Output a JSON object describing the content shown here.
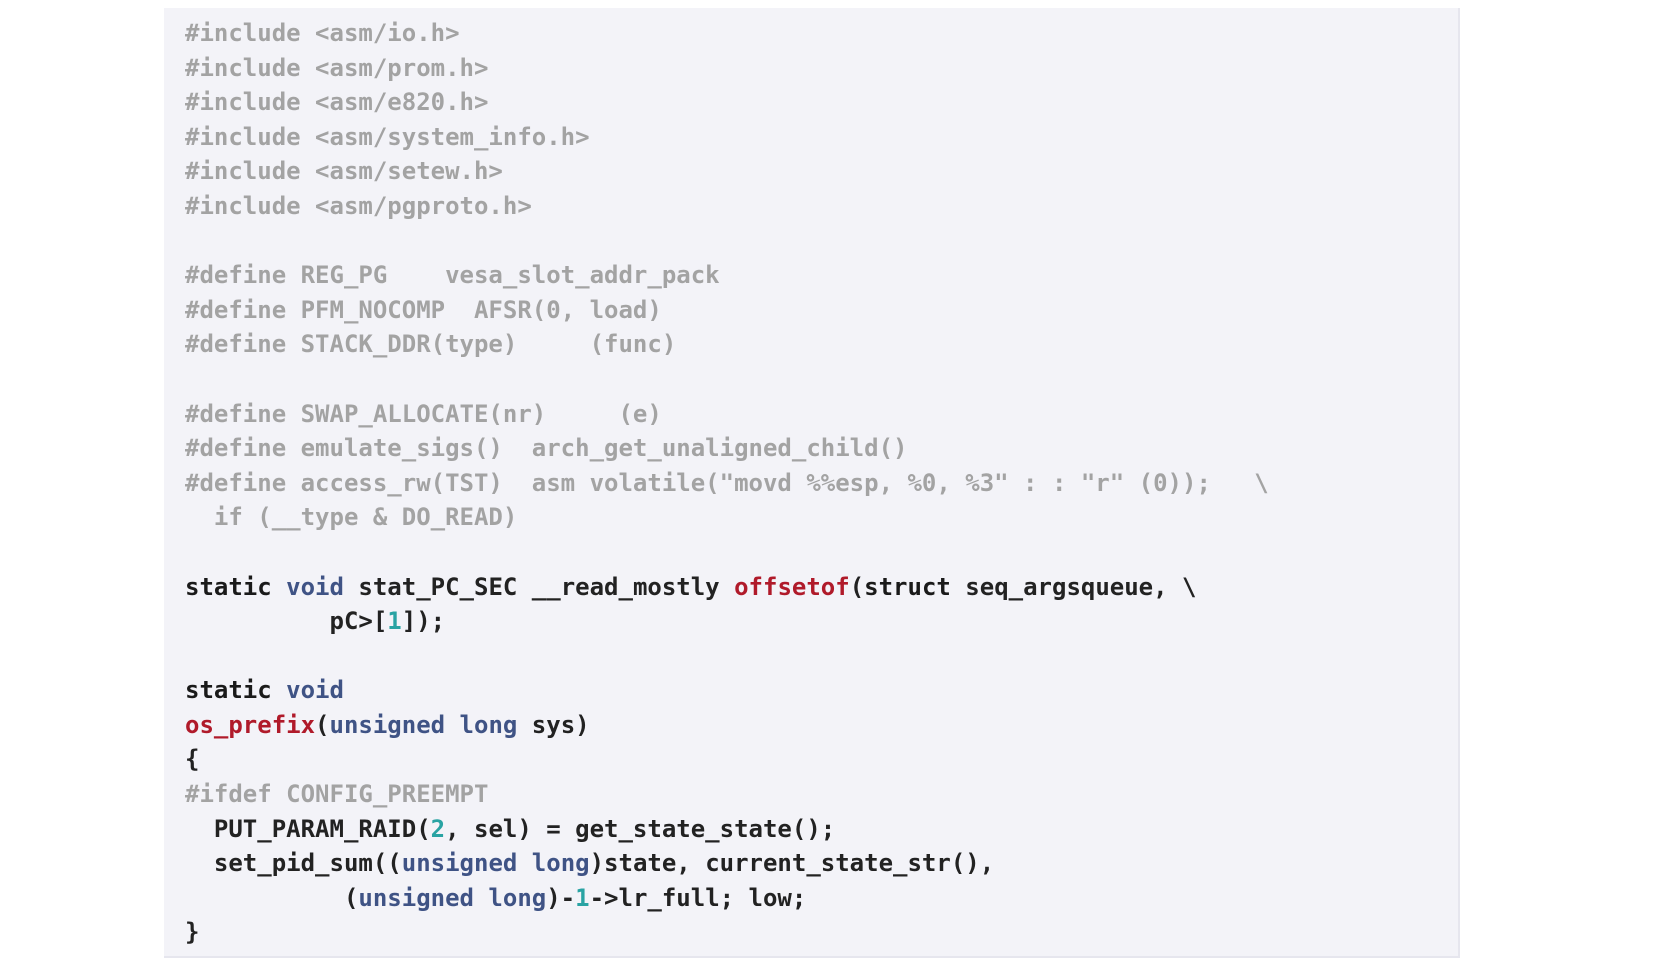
{
  "lines": [
    [
      {
        "t": "#include <asm/io.h>",
        "c": "pp"
      }
    ],
    [
      {
        "t": "#include <asm/prom.h>",
        "c": "pp"
      }
    ],
    [
      {
        "t": "#include <asm/e820.h>",
        "c": "pp"
      }
    ],
    [
      {
        "t": "#include <asm/system_info.h>",
        "c": "pp"
      }
    ],
    [
      {
        "t": "#include <asm/setew.h>",
        "c": "pp"
      }
    ],
    [
      {
        "t": "#include <asm/pgproto.h>",
        "c": "pp"
      }
    ],
    [],
    [
      {
        "t": "#define REG_PG    vesa_slot_addr_pack",
        "c": "pp"
      }
    ],
    [
      {
        "t": "#define PFM_NOCOMP  AFSR(0, load)",
        "c": "pp"
      }
    ],
    [
      {
        "t": "#define STACK_DDR(type)     (func)",
        "c": "pp"
      }
    ],
    [],
    [
      {
        "t": "#define SWAP_ALLOCATE(nr)     (e)",
        "c": "pp"
      }
    ],
    [
      {
        "t": "#define emulate_sigs()  arch_get_unaligned_child()",
        "c": "pp"
      }
    ],
    [
      {
        "t": "#define access_rw(TST)  asm volatile(\"movd %%esp, %0, %3\" : : \"r\" (0));   \\",
        "c": "pp"
      }
    ],
    [
      {
        "t": "  if (__type & DO_READ)",
        "c": "pp"
      }
    ],
    [],
    [
      {
        "t": "static",
        "c": "kw"
      },
      {
        "t": " ",
        "c": "pl"
      },
      {
        "t": "void",
        "c": "ty"
      },
      {
        "t": " stat_PC_SEC __read_mostly ",
        "c": "pl"
      },
      {
        "t": "offsetof",
        "c": "fn"
      },
      {
        "t": "(",
        "c": "pl"
      },
      {
        "t": "struct",
        "c": "kw"
      },
      {
        "t": " seq_argsqueue, \\",
        "c": "pl"
      }
    ],
    [
      {
        "t": "          pC>[",
        "c": "pl"
      },
      {
        "t": "1",
        "c": "num"
      },
      {
        "t": "]);",
        "c": "pl"
      }
    ],
    [],
    [
      {
        "t": "static",
        "c": "kw"
      },
      {
        "t": " ",
        "c": "pl"
      },
      {
        "t": "void",
        "c": "ty"
      }
    ],
    [
      {
        "t": "os_prefix",
        "c": "fn"
      },
      {
        "t": "(",
        "c": "pl"
      },
      {
        "t": "unsigned long",
        "c": "ty"
      },
      {
        "t": " sys)",
        "c": "pl"
      }
    ],
    [
      {
        "t": "{",
        "c": "pl"
      }
    ],
    [
      {
        "t": "#ifdef CONFIG_PREEMPT",
        "c": "pp"
      }
    ],
    [
      {
        "t": "  PUT_PARAM_RAID(",
        "c": "pl"
      },
      {
        "t": "2",
        "c": "num"
      },
      {
        "t": ", sel) = get_state_state();",
        "c": "pl"
      }
    ],
    [
      {
        "t": "  set_pid_sum((",
        "c": "pl"
      },
      {
        "t": "unsigned long",
        "c": "ty"
      },
      {
        "t": ")state, current_state_str(),",
        "c": "pl"
      }
    ],
    [
      {
        "t": "           (",
        "c": "pl"
      },
      {
        "t": "unsigned long",
        "c": "ty"
      },
      {
        "t": ")-",
        "c": "pl"
      },
      {
        "t": "1",
        "c": "num"
      },
      {
        "t": "->lr_full; low;",
        "c": "pl"
      }
    ],
    [
      {
        "t": "}",
        "c": "pl"
      }
    ]
  ],
  "colors": {
    "panel_background": "#f3f3f8",
    "preprocessor": "#a3a3a3",
    "keyword": "#1a1a1a",
    "type": "#3f5385",
    "function": "#b01a2a",
    "number": "#29a3a3"
  }
}
